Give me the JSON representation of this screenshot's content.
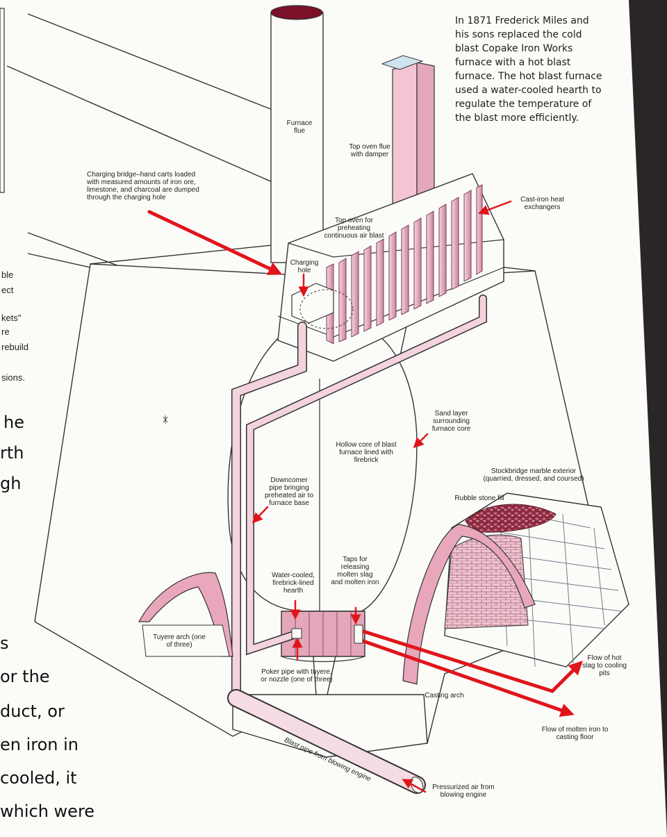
{
  "intro_text": "In 1871 Frederick Miles and his sons replaced the cold blast Copake Iron Works furnace with a hot blast furnace. The hot blast furnace used a water-cooled hearth to regulate the temperature of the blast more efficiently.",
  "labels": {
    "furnace_flue": "Furnace flue",
    "top_oven_flue": "Top oven flue with damper",
    "charging_bridge": "Charging bridge–hand carts loaded with measured amounts of iron ore, limestone, and charcoal are dumped through the charging hole",
    "top_oven": "Top oven for preheating continuous air blast",
    "cast_iron_heat_exchangers": "Cast-iron heat exchangers",
    "charging_hole": "Charging hole",
    "sand_layer": "Sand layer surrounding furnace core",
    "hollow_core": "Hollow core of blast furnace lined with firebrick",
    "stockbridge_marble": "Stockbridge marble exterior (quarried, dressed, and coursed)",
    "rubble_stone_fill": "Rubble stone fill",
    "downcomer_pipe": "Downcomer pipe bringing preheated air to furnace base",
    "taps": "Taps for releasing molten slag and molten iron",
    "water_cooled_hearth": "Water-cooled, firebrick-lined hearth",
    "tuyere_arch": "Tuyere arch (one of three)",
    "poker_pipe": "Poker pipe with tuyere, or nozzle (one of three)",
    "flow_hot_slag": "Flow of hot slag to cooling pits",
    "casting_arch": "Casting arch",
    "flow_molten_iron": "Flow of molten iron to casting floor",
    "blast_pipe": "Blast pipe from blowing engine",
    "pressurized_air": "Pressurized air from blowing engine"
  },
  "left_fragments_small": [
    "ble",
    "ect",
    "kets\"",
    "re",
    "rebuild",
    "sions."
  ],
  "left_fragments_big": [
    "he",
    "rth",
    "gh",
    "s",
    "or the",
    "duct, or",
    "en iron in",
    "cooled, it",
    "which were"
  ],
  "colors": {
    "arrow_red": "#e0151b",
    "pink_fill": "#f0bfcf",
    "pink_dark": "#b86e86",
    "stone_white": "#fbfbf8",
    "outline": "#3a3a3a"
  }
}
